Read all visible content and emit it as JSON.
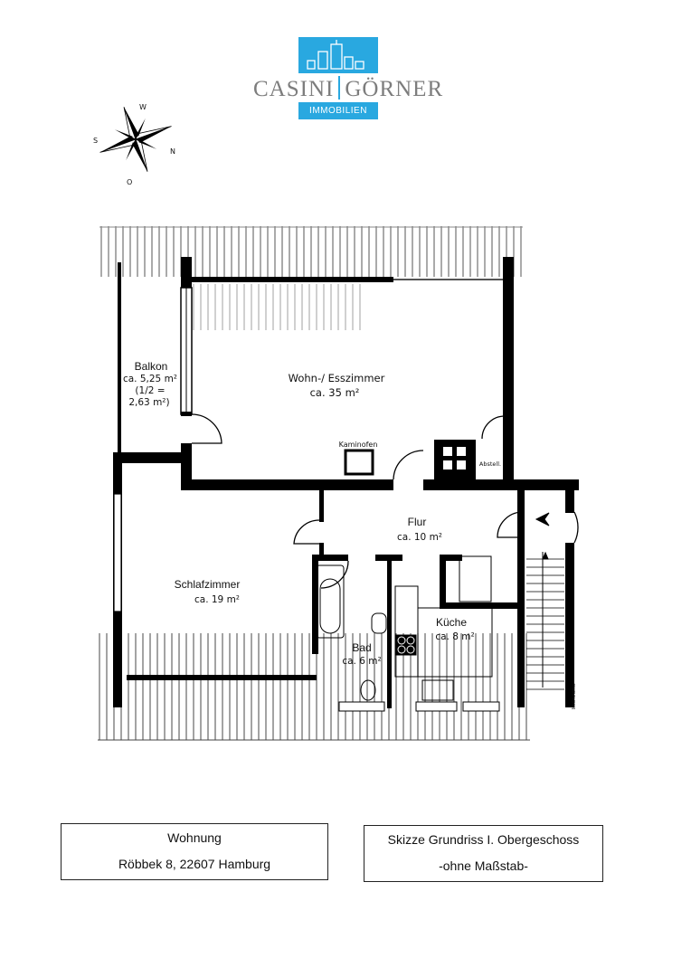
{
  "logo": {
    "name_left": "CASINI",
    "name_right": "GÖRNER",
    "tagline": "IMMOBILIEN",
    "brand_color": "#29a8e0",
    "text_color": "#7d7d7d"
  },
  "compass": {
    "top": "W",
    "left": "S",
    "right": "N",
    "bottom": "O"
  },
  "rooms": {
    "balkon": {
      "name": "Balkon",
      "area": "ca. 5,25 m²",
      "note1": "(1/2 =",
      "note2": "2,63 m²)"
    },
    "wohn": {
      "name": "Wohn-/ Esszimmer",
      "area": "ca. 35 m²"
    },
    "kaminofen": "Kaminofen",
    "abstell": "Abstell.",
    "flur": {
      "name": "Flur",
      "area": "ca. 10 m²"
    },
    "schlaf": {
      "name": "Schlafzimmer",
      "area": "ca. 19 m²"
    },
    "kueche": {
      "name": "Küche",
      "area": "ca. 8 m²"
    },
    "bad": {
      "name": "Bad",
      "area": "ca. 6 m²"
    },
    "credit": "McGrundriss"
  },
  "info_left": {
    "line1": "Wohnung",
    "line2": "Röbbek 8, 22607 Hamburg"
  },
  "info_right": {
    "line1": "Skizze Grundriss I. Obergeschoss",
    "line2": "-ohne Maßstab-"
  }
}
